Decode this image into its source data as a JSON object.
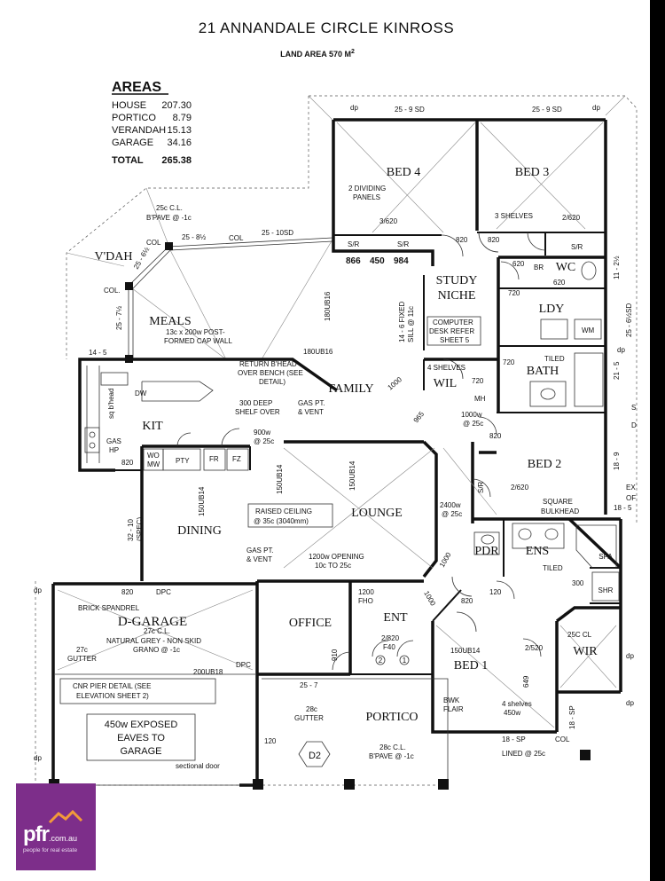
{
  "title": "21  ANNANDALE CIRCLE KINROSS",
  "land_area": "LAND AREA   570 M",
  "land_area_sup": "2",
  "areas": {
    "heading": "AREAS",
    "rows": [
      {
        "label": "HOUSE",
        "value": "207.30"
      },
      {
        "label": "PORTICO",
        "value": "8.79"
      },
      {
        "label": "VERANDAH",
        "value": "15.13"
      },
      {
        "label": "GARAGE",
        "value": "34.16"
      }
    ],
    "total_label": "TOTAL",
    "total_value": "265.38"
  },
  "rooms": {
    "bed4": "BED 4",
    "bed3": "BED 3",
    "study": "STUDY",
    "niche": "NICHE",
    "wc": "WC",
    "ldy": "LDY",
    "bath": "BATH",
    "vdah": "V'DAH",
    "meals": "MEALS",
    "family": "FAMILY",
    "wil": "WIL",
    "kit": "KIT",
    "bed2": "BED 2",
    "dining": "DINING",
    "lounge": "LOUNGE",
    "pdr": "PDR",
    "ens": "ENS",
    "spa": "SPA",
    "shr": "SHR",
    "wir": "WIR",
    "dgarage": "D-GARAGE",
    "office": "OFFICE",
    "ent": "ENT",
    "bed1": "BED 1",
    "portico": "PORTICO"
  },
  "notes": {
    "dp": "dp",
    "bed4_top": "25 - 9 SD",
    "bed3_top": "25 - 9 SD",
    "dividing1": "2 DIVIDING",
    "dividing2": "PANELS",
    "three_620": "3/620",
    "three_shelves": "3 SHELVES",
    "two_620_a": "2/620",
    "sr": "S/R",
    "d820": "820",
    "d866": "866",
    "d450": "450",
    "d984": "984",
    "d620": "620",
    "br": "BR",
    "d720": "720",
    "wm": "WM",
    "tiled": "TILED",
    "mh": "MH",
    "four_shelves": "4 SHELVES",
    "fixed_sill": "14 - 6 FIXED",
    "fixed_sill2": "SILL @ 11c",
    "computer1": "COMPUTER",
    "computer2": "DESK REFER",
    "computer3": "SHEET 5",
    "d1000": "1000",
    "d965": "965",
    "w1000": "1000w",
    "w25c": "@ 25c",
    "cl25": "25c C.L.",
    "bpave": "B'PAVE @ -1c",
    "col": "COL",
    "col_dot": "COL.",
    "vd_25_8": "25 - 8½",
    "vd_25_10": "25 - 10SD",
    "vd_25_6": "25 - 6½",
    "vd_25_7": "25 - 7½",
    "cap1": "13c x 200w POST-",
    "cap2": "FORMED CAP WALL",
    "d14_5": "14 - 5",
    "ub16a": "180UB16",
    "ub16b": "180UB16",
    "return1": "RETURN B'HEAD",
    "return2": "OVER BENCH (SEE",
    "return3": "DETAIL)",
    "shelf1": "300 DEEP",
    "shelf2": "SHELF OVER",
    "gas1": "GAS PT.",
    "gas2": "& VENT",
    "dw": "DW",
    "sq_bhead": "sq b'head",
    "gas_hp1": "GAS",
    "gas_hp2": "HP",
    "w900": "900w",
    "wo": "WO",
    "mw": "MW",
    "pty": "PTY",
    "fr": "FR",
    "fz": "FZ",
    "ub14a": "150UB14",
    "ub14b": "150UB14",
    "ub14c": "150UB14",
    "ub14d": "150UB14",
    "raised1": "RAISED CEILING",
    "raised2": "@ 35c (3040mm)",
    "opening1": "1200w OPENING",
    "opening2": "10c TO 25c",
    "w2400": "2400w",
    "spec1": "32 - 10",
    "spec2": "(SPEC)",
    "two_620_b": "2/620",
    "square1": "SQUARE",
    "square2": "BULKHEAD",
    "d18_9": "18 - 9",
    "d18_5": "18 - 5",
    "d11_2": "11 - 2½",
    "d25_6sd": "25 - 6½SD",
    "d21_5": "21 - 5",
    "ex": "EX",
    "of": "OF",
    "sd1": "S",
    "sd2": "D",
    "dpc": "DPC",
    "d300": "300",
    "d120": "120",
    "brick": "BRICK SPANDREL",
    "cl27": "27c C.L.",
    "nat1": "NATURAL GREY - NON SKID",
    "nat2": "GRANO @ -1c",
    "gutter27": "27c",
    "gutter": "GUTTER",
    "ub18": "200UB18",
    "cnr1": "CNR PIER DETAIL (SEE",
    "cnr2": "ELEVATION SHEET 2)",
    "eaves1": "450w EXPOSED",
    "eaves2": "EAVES TO",
    "eaves3": "GARAGE",
    "sectional": "sectional door",
    "d1200": "1200",
    "fho": "FHO",
    "two_820": "2/820",
    "f40": "F40",
    "d910": "910",
    "c2": "2",
    "c1": "1",
    "d25_7": "25 - 7",
    "gutter28a": "28c",
    "gutter28b": "GUTTER",
    "cl28": "28c C.L.",
    "bpave2": "B'PAVE @ -1c",
    "d2": "D2",
    "two_520": "2/520",
    "cl25_wir": "25C CL",
    "d649": "649",
    "shelves4a": "4 shelves",
    "shelves4b": "450w",
    "bwk1": "BWK",
    "bwk2": "FLAIR",
    "d18_sp": "18 - SP",
    "d18_sp_v": "18 - SP",
    "lined": "LINED @ 25c"
  },
  "logo": {
    "text": "pfr",
    "domain": ".com.au",
    "tagline": "people for real estate"
  }
}
